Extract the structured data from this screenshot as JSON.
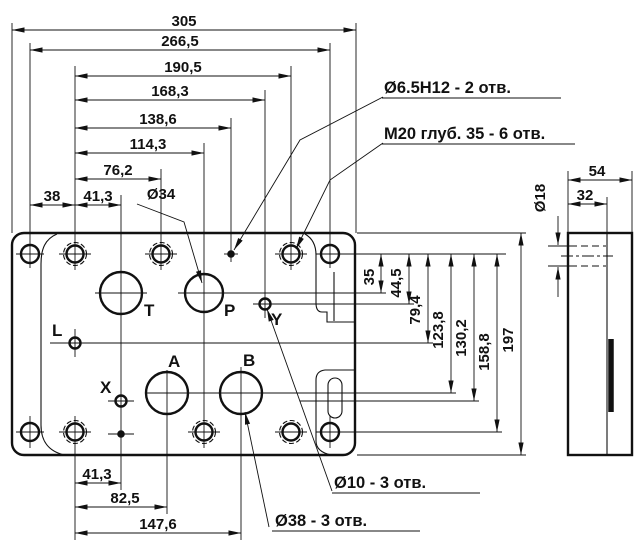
{
  "page": {
    "background": "#ffffff",
    "line_color": "#111111"
  },
  "callouts": {
    "dia65_holes": "Ø6.5H12 - 2 отв.",
    "m20_holes": "М20 глуб. 35 - 6 отв.",
    "dia10_holes": "Ø10 - 3 отв.",
    "dia38_holes": "Ø38 - 3 отв."
  },
  "ports": {
    "t": "T",
    "p": "P",
    "y": "Y",
    "l": "L",
    "a": "A",
    "b": "B",
    "x": "X"
  },
  "dims": {
    "top": {
      "d305": "305",
      "d266_5": "266,5",
      "d190_5": "190,5",
      "d168_3": "168,3",
      "d138_6": "138,6",
      "d114_3": "114,3",
      "d76_2": "76,2",
      "d38": "38",
      "d41_3": "41,3",
      "dia34": "Ø34"
    },
    "bottom": {
      "d41_3": "41,3",
      "d82_5": "82,5",
      "d147_6": "147,6"
    },
    "right": {
      "d35": "35",
      "d44_5": "44,5",
      "d79_4": "79,4",
      "d123_8": "123,8",
      "d130_2": "130,2",
      "d158_8": "158,8",
      "d197": "197"
    },
    "side": {
      "d54": "54",
      "d32": "32",
      "dia18": "Ø18"
    }
  }
}
